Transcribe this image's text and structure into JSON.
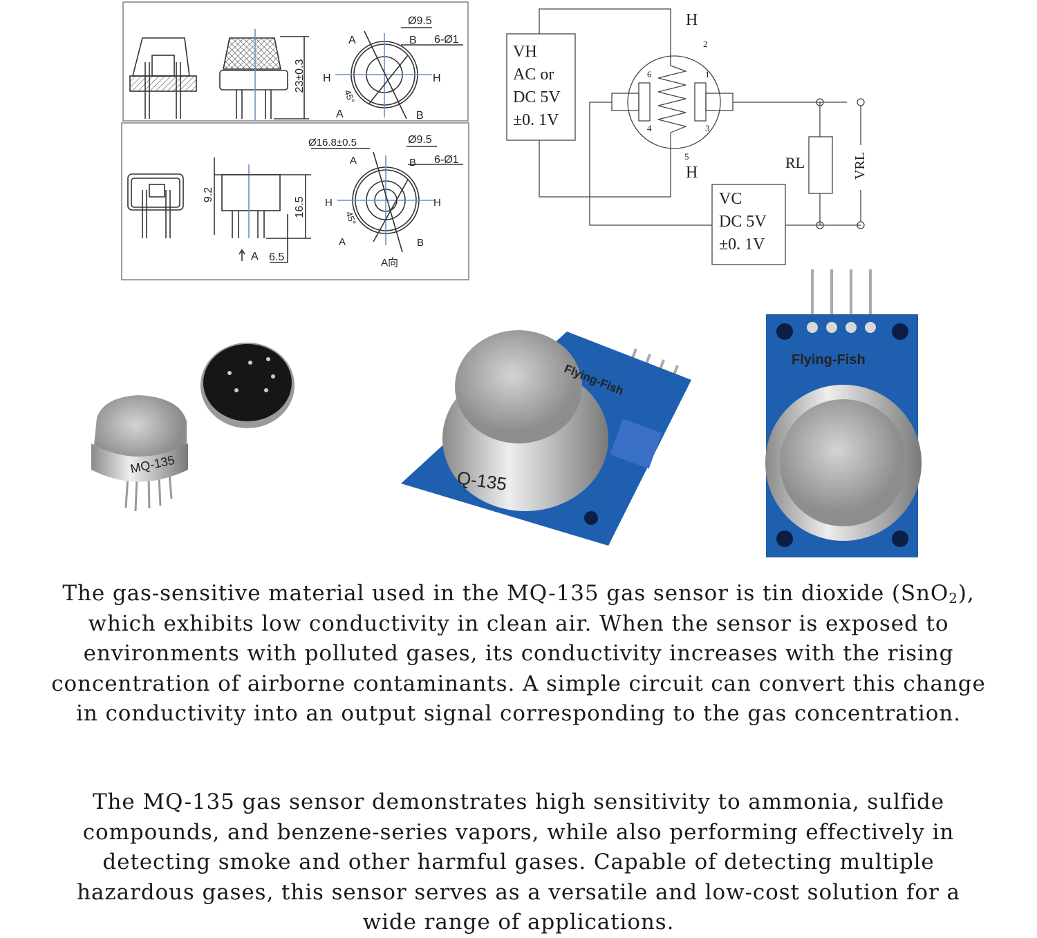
{
  "dimension_drawing": {
    "top": {
      "dia_label": "Ø9.5",
      "pin_label": "6-Ø1",
      "height_label": "23±0.3",
      "angle_label": "45°",
      "marks": {
        "a": "A",
        "b": "B",
        "h": "H"
      }
    },
    "bottom": {
      "outer_dia_label": "Ø16.8±0.5",
      "dia_label": "Ø9.5",
      "pin_label": "6-Ø1",
      "height1_label": "9.2",
      "height2_label": "16.5",
      "pin_len_label": "6.5",
      "angle_label": "45°",
      "view_arrow_label": "A",
      "view_label": "A向",
      "marks": {
        "a": "A",
        "b": "B",
        "h": "H"
      }
    }
  },
  "circuit": {
    "vh_box": [
      "VH",
      "AC  or",
      "DC  5V",
      "±0. 1V"
    ],
    "vc_box": [
      "VC",
      "DC  5V",
      "±0. 1V"
    ],
    "heater_top": "H",
    "heater_bottom": "H",
    "pins": {
      "p1": "1",
      "p2": "2",
      "p3": "3",
      "p4": "4",
      "p5": "5",
      "p6": "6"
    },
    "resistor": "RL",
    "output": "VRL"
  },
  "photos": {
    "bare_sensor_label": "MQ-135",
    "module_brand": "Flying-Fish",
    "module_sensor_label": "Q-135",
    "vertical_module_brand": "Flying-Fish"
  },
  "description": {
    "para1": {
      "line1_pre": "The gas-sensitive material used in the MQ-135 gas sensor is tin dioxide (SnO",
      "line1_sub": "2",
      "line1_post": "),",
      "line2": "which exhibits low conductivity in clean air.  When the sensor is exposed to",
      "line3": "environments with polluted gases, its conductivity increases with the rising",
      "line4": "concentration of airborne contaminants.  A simple circuit can convert this change",
      "line5": "in conductivity into an output signal corresponding to the gas concentration."
    },
    "para2": {
      "line1": "The MQ-135 gas sensor demonstrates high sensitivity to ammonia, sulfide",
      "line2": "compounds, and benzene-series vapors, while also performing effectively in",
      "line3": "detecting smoke and other harmful gases.  Capable of detecting multiple",
      "line4": "hazardous gases, this sensor serves as a versatile and low-cost solution for a",
      "line5": "wide range of applications."
    }
  },
  "colors": {
    "pcb_blue": "#1f5fb0",
    "metal": "#b9b9b9",
    "line": "#333333",
    "axis_blue": "#6f8fc0"
  }
}
